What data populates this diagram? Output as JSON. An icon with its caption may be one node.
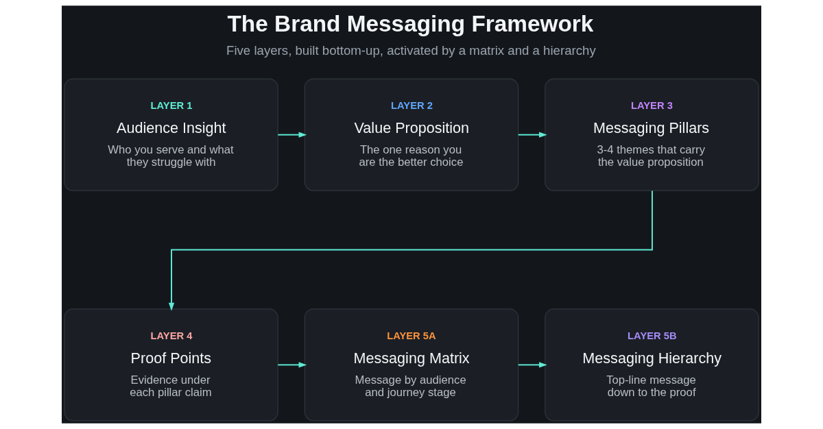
{
  "diagram": {
    "title": "The Brand Messaging Framework",
    "caption": "Five layers, built bottom-up, activated by a matrix and a hierarchy",
    "nodes": [
      {
        "text": [
          "LAYER 1",
          "Audience Insight",
          "Who you serve and what they struggle with"
        ]
      },
      {
        "text": [
          "LAYER 2",
          "Value Proposition",
          "The one reason you are the better choice"
        ]
      },
      {
        "text": [
          "LAYER 3",
          "Messaging Pillars",
          "3-4 themes that carry the value proposition"
        ]
      },
      {
        "text": [
          "LAYER 4",
          "Proof Points",
          "Evidence under each pillar claim"
        ]
      },
      {
        "text": [
          "LAYER 5A",
          "Messaging Matrix",
          "Message by audience and journey stage"
        ]
      },
      {
        "text": [
          "LAYER 5B",
          "Messaging Hierarchy",
          "Top-line message down to the proof"
        ]
      }
    ],
    "edges": [
      {
        "from": 0,
        "to": 1,
        "arrow": "to"
      },
      {
        "from": 1,
        "to": 2,
        "arrow": "to"
      },
      {
        "from": 2,
        "to": 3,
        "arrow": "to"
      },
      {
        "from": 3,
        "to": 4,
        "arrow": "to"
      },
      {
        "from": 4,
        "to": 5,
        "arrow": "to"
      }
    ]
  }
}
